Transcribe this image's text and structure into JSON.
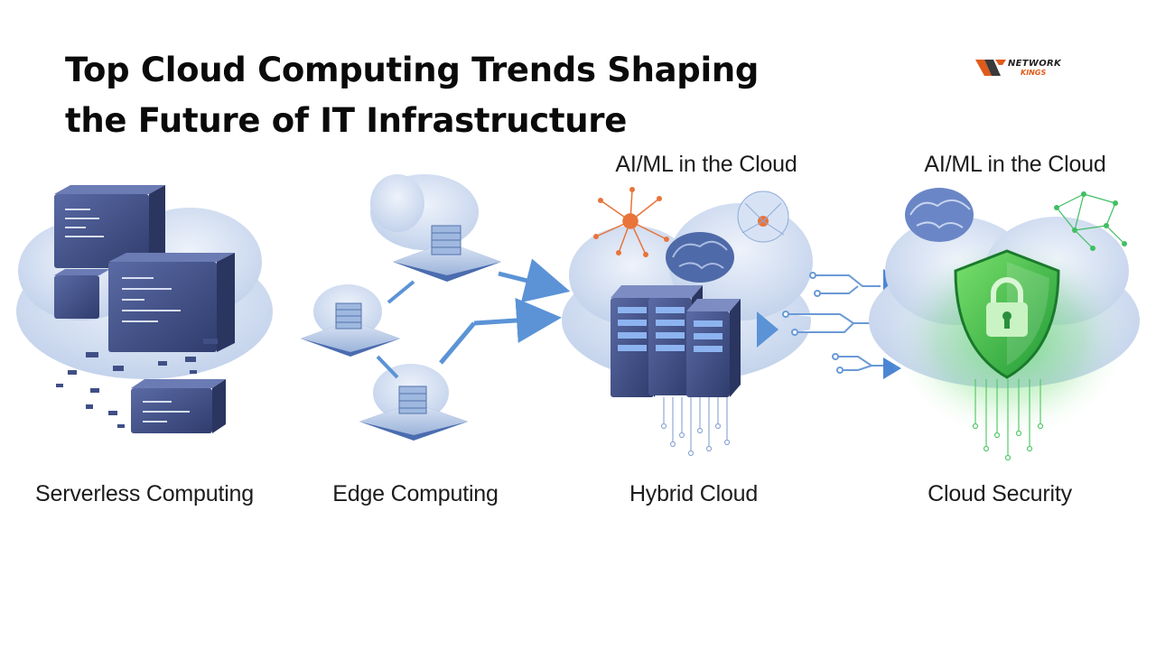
{
  "title": {
    "line1": "Top Cloud Computing Trends Shaping",
    "line2": "the Future of IT Infrastructure"
  },
  "logo": {
    "line1": "NETWORK",
    "line2": "KINGS",
    "colors": {
      "dark": "#3a3a3a",
      "accent": "#e05a1a"
    }
  },
  "panels": [
    {
      "caption": "Serverless Computing"
    },
    {
      "caption": "Edge Computing"
    },
    {
      "caption": "Hybrid Cloud",
      "top_caption": "AI/ML in the Cloud"
    },
    {
      "caption": "Cloud Security",
      "top_caption": "AI/ML in the Cloud"
    }
  ],
  "colors": {
    "cloud": "#c9d8ef",
    "server": "#3f4f86",
    "arrow": "#5b93d6",
    "security_glow": "#39c24a",
    "neural_orange": "#e8743b"
  }
}
